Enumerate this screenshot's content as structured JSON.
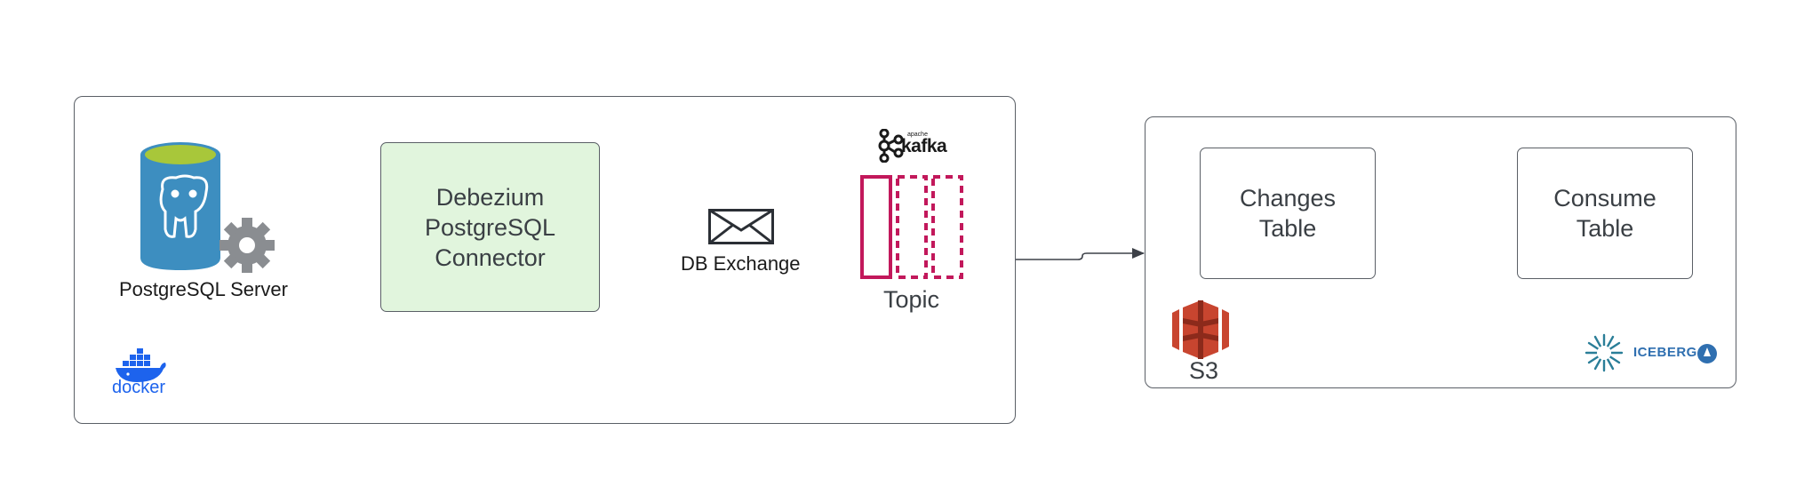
{
  "colors": {
    "connector_fill": "#e1f5dd",
    "edge": "#3d4148",
    "topic": "#c2185b",
    "postgres_blue": "#3d8ec0",
    "postgres_top": "#a8c73a",
    "docker_blue": "#1d63ed",
    "s3_red": "#c8452f"
  },
  "diagram": {
    "docker_group": {
      "postgres": {
        "label": "PostgreSQL Server",
        "icon": "postgresql-database-icon"
      },
      "connector": {
        "label": "Debezium\nPostgreSQL\nConnector"
      },
      "exchange": {
        "label": "DB Exchange",
        "icon": "envelope-icon"
      },
      "kafka": {
        "logo_text": "kafka",
        "logo_small": "apache"
      },
      "topic": {
        "label": "Topic"
      },
      "docker_logo": {
        "text": "docker"
      }
    },
    "lake_group": {
      "changes_table": {
        "label": "Changes\nTable"
      },
      "consume_table": {
        "label": "Consume\nTable"
      },
      "s3": {
        "label": "S3",
        "icon": "aws-s3-icon"
      },
      "iceberg_logo": {
        "text": "ICEBERG"
      }
    }
  }
}
